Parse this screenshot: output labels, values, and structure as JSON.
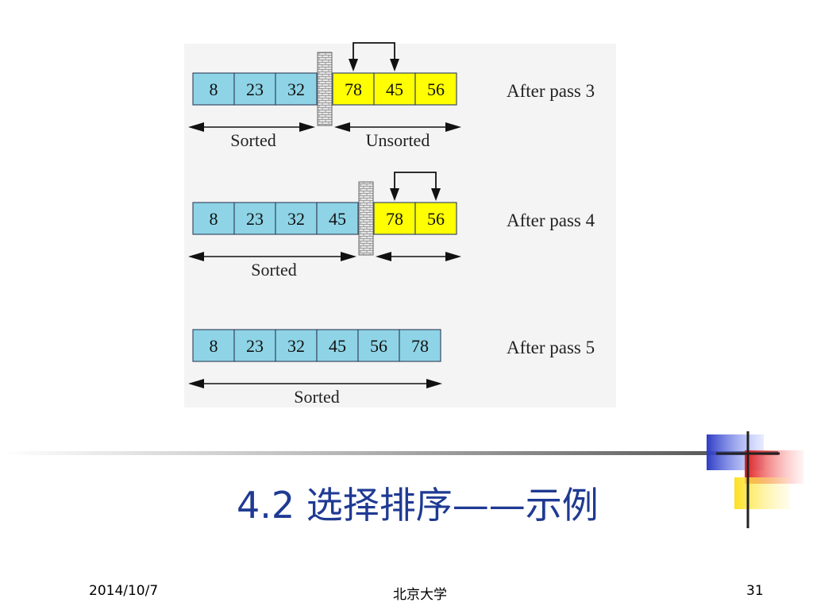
{
  "rows": [
    {
      "name": "pass3",
      "cells": [
        {
          "value": "8",
          "state": "sorted"
        },
        {
          "value": "23",
          "state": "sorted"
        },
        {
          "value": "32",
          "state": "sorted"
        },
        {
          "value": "78",
          "state": "unsorted"
        },
        {
          "value": "45",
          "state": "unsorted"
        },
        {
          "value": "56",
          "state": "unsorted"
        }
      ],
      "wall_after": 3,
      "swap": [
        3,
        4
      ],
      "pass_label": "After pass 3",
      "sorted_label": "Sorted",
      "unsorted_label": "Unsorted"
    },
    {
      "name": "pass4",
      "cells": [
        {
          "value": "8",
          "state": "sorted"
        },
        {
          "value": "23",
          "state": "sorted"
        },
        {
          "value": "32",
          "state": "sorted"
        },
        {
          "value": "45",
          "state": "sorted"
        },
        {
          "value": "78",
          "state": "unsorted"
        },
        {
          "value": "56",
          "state": "unsorted"
        }
      ],
      "wall_after": 4,
      "swap": [
        4,
        5
      ],
      "pass_label": "After pass 4",
      "sorted_label": "Sorted",
      "unsorted_label": ""
    },
    {
      "name": "pass5",
      "cells": [
        {
          "value": "8",
          "state": "sorted"
        },
        {
          "value": "23",
          "state": "sorted"
        },
        {
          "value": "32",
          "state": "sorted"
        },
        {
          "value": "45",
          "state": "sorted"
        },
        {
          "value": "56",
          "state": "sorted"
        },
        {
          "value": "78",
          "state": "sorted"
        }
      ],
      "wall_after": null,
      "swap": null,
      "pass_label": "After pass 5",
      "sorted_label": "Sorted",
      "unsorted_label": ""
    }
  ],
  "colors": {
    "sorted_cell": "#8ed4e6",
    "unsorted_cell": "#ffff00",
    "panel_bg": "#f4f4f4",
    "title": "#1f3a93"
  },
  "title": "4.2 选择排序——示例",
  "footer": {
    "date": "2014/10/7",
    "org": "北京大学",
    "page": "31"
  }
}
